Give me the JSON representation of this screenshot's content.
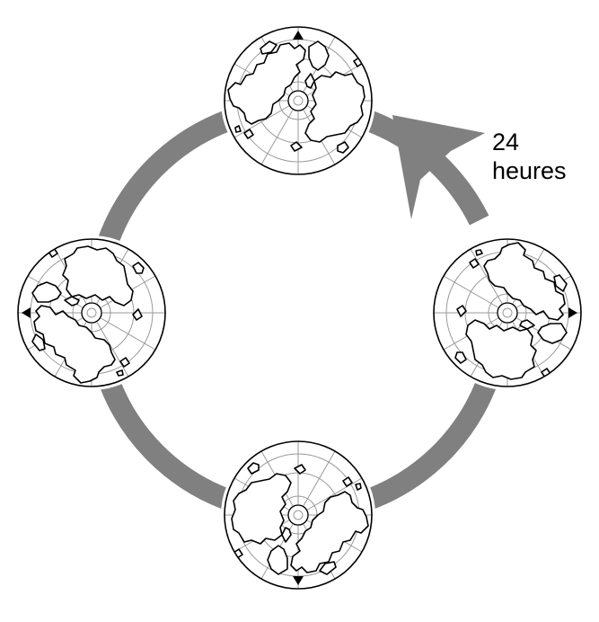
{
  "label": {
    "line1": "24",
    "line2": "heures"
  },
  "colors": {
    "ring": "#808080",
    "outline": "#000000",
    "grid": "#9a9a9a",
    "background": "#ffffff"
  },
  "globes": [
    {
      "view": "north-polar",
      "marker": "triangle-up-icon"
    },
    {
      "view": "north-polar",
      "marker": "triangle-right-icon"
    },
    {
      "view": "north-polar",
      "marker": "triangle-down-icon"
    },
    {
      "view": "north-polar",
      "marker": "triangle-left-icon"
    }
  ]
}
